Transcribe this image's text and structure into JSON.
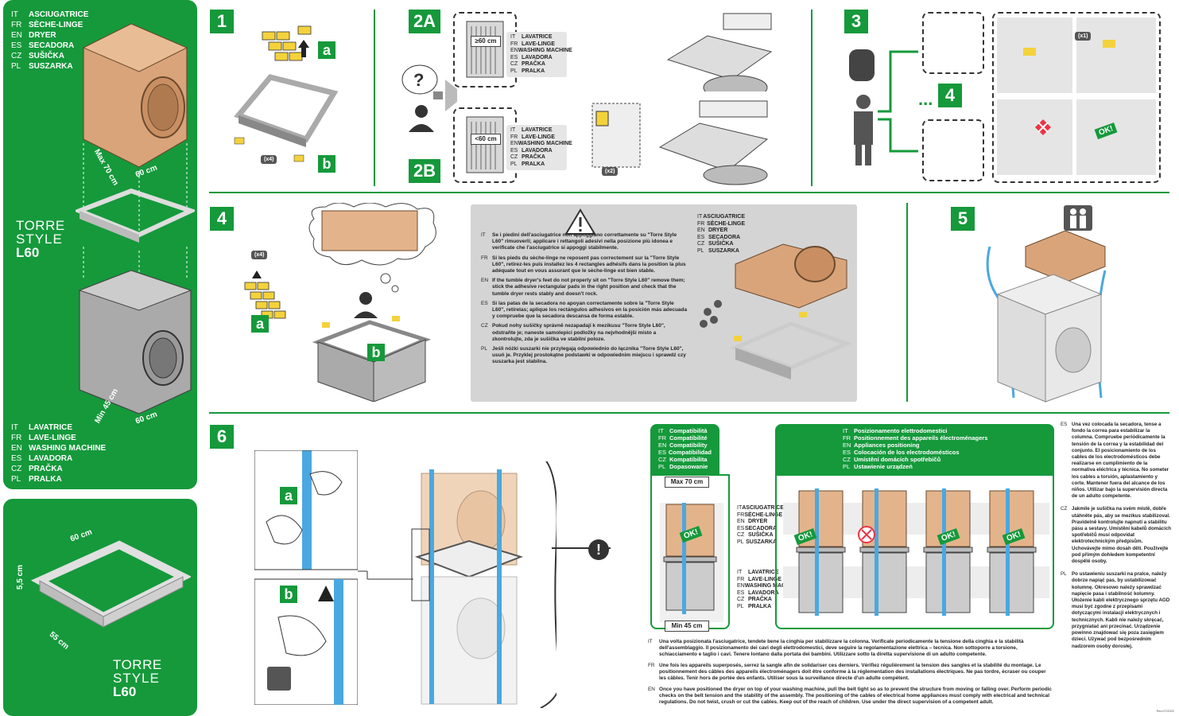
{
  "left_panel": {
    "top_languages": [
      {
        "code": "IT",
        "label": "ASCIUGATRICE"
      },
      {
        "code": "FR",
        "label": "SÈCHE-LINGE"
      },
      {
        "code": "EN",
        "label": "DRYER"
      },
      {
        "code": "ES",
        "label": "SECADORA"
      },
      {
        "code": "CZ",
        "label": "SUŠIČKA"
      },
      {
        "code": "PL",
        "label": "SUSZARKA"
      }
    ],
    "bottom_languages": [
      {
        "code": "IT",
        "label": "LAVATRICE"
      },
      {
        "code": "FR",
        "label": "LAVE-LINGE"
      },
      {
        "code": "EN",
        "label": "WASHING MACHINE"
      },
      {
        "code": "ES",
        "label": "LAVADORA"
      },
      {
        "code": "CZ",
        "label": "PRAČKA"
      },
      {
        "code": "PL",
        "label": "PRALKA"
      }
    ],
    "product": {
      "line1": "TORRE",
      "line2": "STYLE",
      "line3": "L60"
    },
    "dims": {
      "max_depth": "Max",
      "max_depth_val": "70 cm",
      "width_top": "60 cm",
      "min_depth": "Min",
      "min_depth_val": "45 cm",
      "width_bottom": "60 cm"
    }
  },
  "left_panel_bottom": {
    "dims": {
      "width": "60 cm",
      "height": "5,5 cm",
      "depth": "55 cm"
    },
    "product": {
      "line1": "TORRE",
      "line2": "STYLE",
      "line3": "L60"
    }
  },
  "steps": {
    "s1": "1",
    "s2a": "2A",
    "s2b": "2B",
    "s3": "3",
    "s4": "4",
    "s4_arrow": "4",
    "s5": "5",
    "s6": "6",
    "s3_dots": "..."
  },
  "step1": {
    "a": "a",
    "b": "b",
    "count": "(x4)"
  },
  "step2": {
    "a_dim": "≥60 cm",
    "b_dim": "<60 cm",
    "count": "(x2)",
    "labels": [
      {
        "code": "IT",
        "label": "LAVATRICE"
      },
      {
        "code": "FR",
        "label": "LAVE-LINGE"
      },
      {
        "code": "EN",
        "label": "WASHING MACHINE"
      },
      {
        "code": "ES",
        "label": "LAVADORA"
      },
      {
        "code": "CZ",
        "label": "PRAČKA"
      },
      {
        "code": "PL",
        "label": "PRALKA"
      }
    ]
  },
  "step3": {
    "count": "(x1)",
    "ok": "OK!"
  },
  "step4": {
    "count": "(x4)",
    "a": "a",
    "b": "b",
    "notes": [
      {
        "code": "IT",
        "text": "Se i piedini dell'asciugatrice non appoggiano correttamente su \"Torre Style L60\" rimuoverli; applicare i rettangoli adesivi nella posizione più idonea e verificate che l'asciugatrice si appoggi stabilmente."
      },
      {
        "code": "FR",
        "text": "Si les pieds du sèche-linge ne reposent pas correctement sur la \"Torre Style L60\", retirez-les puis installez les 4 rectangles adhésifs dans la position la plus adéquate tout en vous assurant que le sèche-linge est bien stable."
      },
      {
        "code": "EN",
        "text": "If the tumble dryer's feet do not properly sit on \"Torre Style L60\" remove them; stick the adhesive rectangular pads in the right position and check that the tumble dryer rests stably and doesn't rock."
      },
      {
        "code": "ES",
        "text": "Si las patas de la secadora no apoyan correctamente sobre la \"Torre Style L60\", retírelas; aplique los rectángulos adhesivos en la posición más adecuada y compruebe que la secadora descansa de forma estable."
      },
      {
        "code": "CZ",
        "text": "Pokud nohy sušičky správně nezapadají k mezikusu \"Torre Style L60\", odstraňte je; naneste samolepicí podložky na nejvhodnější místo a zkontrolujte, zda je sušička ve stabilní poloze."
      },
      {
        "code": "PL",
        "text": "Jeśli nóżki suszarki nie przylegają odpowiednio do łącznika \"Torre Style L60\", usuń je. Przyklej prostokątne podstawki w odpowiednim miejscu i sprawdź czy suszarka jest stabilna."
      }
    ],
    "dryer_labels": [
      {
        "code": "IT",
        "label": "ASCIUGATRICE"
      },
      {
        "code": "FR",
        "label": "SÈCHE-LINGE"
      },
      {
        "code": "EN",
        "label": "DRYER"
      },
      {
        "code": "ES",
        "label": "SECADORA"
      },
      {
        "code": "CZ",
        "label": "SUŠIČKA"
      },
      {
        "code": "PL",
        "label": "SUSZARKA"
      }
    ]
  },
  "step6": {
    "a": "a",
    "b": "b",
    "compat_header": [
      {
        "code": "IT",
        "label": "Compatibilità"
      },
      {
        "code": "FR",
        "label": "Compatibilité"
      },
      {
        "code": "EN",
        "label": "Compatibility"
      },
      {
        "code": "ES",
        "label": "Compatibilidad"
      },
      {
        "code": "CZ",
        "label": "Kompatibilita"
      },
      {
        "code": "PL",
        "label": "Dopasowanie"
      }
    ],
    "pos_header": [
      {
        "code": "IT",
        "label": "Posizionamento elettrodomestici"
      },
      {
        "code": "FR",
        "label": "Positionnement des appareils électroménagers"
      },
      {
        "code": "EN",
        "label": "Appliances positioning"
      },
      {
        "code": "ES",
        "label": "Colocación de los electrodomésticos"
      },
      {
        "code": "CZ",
        "label": "Umístění domácích spotřebičů"
      },
      {
        "code": "PL",
        "label": "Ustawienie urządzeń"
      }
    ],
    "max_dim": "Max 70 cm",
    "min_dim": "Min 45 cm",
    "ok": "OK!",
    "dryer_labels": [
      {
        "code": "IT",
        "label": "ASCIUGATRICE"
      },
      {
        "code": "FR",
        "label": "SÈCHE-LINGE"
      },
      {
        "code": "EN",
        "label": "DRYER"
      },
      {
        "code": "ES",
        "label": "SECADORA"
      },
      {
        "code": "CZ",
        "label": "SUŠIČKA"
      },
      {
        "code": "PL",
        "label": "SUSZARKA"
      }
    ],
    "washer_labels": [
      {
        "code": "IT",
        "label": "LAVATRICE"
      },
      {
        "code": "FR",
        "label": "LAVE-LINGE"
      },
      {
        "code": "EN",
        "label": "WASHING MACHINE"
      },
      {
        "code": "ES",
        "label": "LAVADORA"
      },
      {
        "code": "CZ",
        "label": "PRAČKA"
      },
      {
        "code": "PL",
        "label": "PRALKA"
      }
    ],
    "bottom_texts": [
      {
        "code": "IT",
        "text": "Una volta posizionata l'asciugatrice, tendete bene la cinghia per stabilizzare la colonna. Verificate periodicamente la tensione della cinghia e la stabilità dell'assemblaggio. Il posizionamento dei cavi degli elettrodomestici, deve seguire la regolamentazione elettrica – tecnica. Non sottoporre a torsione, schiacciamento e taglio i cavi. Tenere lontano dalla portata dei bambini. Utilizzare sotto la diretta supervisione di un adulto competente."
      },
      {
        "code": "FR",
        "text": "Une fois les appareils superposés, serrez la sangle afin de solidariser ces derniers. Vérifiez régulièrement la tension des sangles et la stabilité du montage. Le positionnement des câbles des appareils électroménagers doit être conforme à la réglementation des installations électriques. Ne pas tordre, écraser ou couper les câbles. Tenir hors de portée des enfants. Utiliser sous la surveillance directe d'un adulte compétent."
      },
      {
        "code": "EN",
        "text": "Once you have positioned the dryer on top of your washing machine, pull the belt tight so as to prevent the structure from moving or falling over. Perform periodic checks on the belt tension and the stability of the assembly. The positioning of the cables of electrical home appliances must comply with electrical and technical regulations. Do not twist, crush or cut the cables. Keep out of the reach of children. Use under the direct supervision of a competent adult."
      }
    ],
    "right_texts": [
      {
        "code": "ES",
        "text": "Una vez colocada la secadora, tense a fondo la correa para estabilizar la columna. Compruebe periódicamente la tensión de la correa y la estabilidad del conjunto. El posicionamiento de los cables de los electrodomésticos debe realizarse en cumplimiento de la normativa eléctrica y técnica. No someter los cables a torsión, aplastamiento y corte. Mantener fuera del alcance de los niños. Utilizar bajo la supervisión directa de un adulto competente."
      },
      {
        "code": "CZ",
        "text": "Jakmile je sušička na svém místě, dobře utáhněte pás, aby se mezikus stabilizoval. Pravidelně kontrolujte napnutí a stabilitu pásu a sestavy. Umístění kabelů domácích spotřebičů musí odpovídat elektrotechnickým předpisům. Uchovávejte mimo dosah dětí. Používejte pod přímým dohledem kompetentní dospělé osoby."
      },
      {
        "code": "PL",
        "text": "Po ustawieniu suszarki na pralce, należy dobrze napiąć pas, by ustabilizować kolumnę. Okresowo należy sprawdzać napięcie pasa i stabilność kolumny. Ułożenie kabli elektrycznego sprzętu AGD musi być zgodne z przepisami dotyczącymi instalacji elektrycznych i technicznych. Kabli nie należy skręcać, przygniatać ani przecinać. Urządzenie powinno znajdować się poza zasięgiem dzieci. Używać pod bezpośrednim nadzorem osoby dorosłej."
      }
    ],
    "rev": "Rev.07/2022"
  },
  "colors": {
    "brand_green": "#15993b",
    "belt_blue": "#4aa8e0",
    "dryer_copper": "#d9a47a",
    "note_gray": "#d4d4d4"
  }
}
